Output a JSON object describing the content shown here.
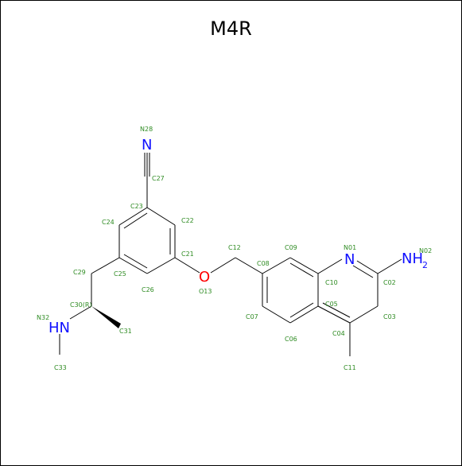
{
  "title": "M4R",
  "atoms": {
    "N28": "N28",
    "C27": "C27",
    "C23": "C23",
    "C24": "C24",
    "C22": "C22",
    "C21": "C21",
    "C25": "C25",
    "C26": "C26",
    "C29": "C29",
    "C30": "C30(R)",
    "N32": "N32",
    "C31": "C31",
    "C33": "C33",
    "O13": "O13",
    "C12": "C12",
    "C08": "C08",
    "C09": "C09",
    "C07": "C07",
    "C06": "C06",
    "C05": "C05",
    "C10": "C10",
    "N01": "N01",
    "C02": "C02",
    "N02": "N02",
    "C03": "C03",
    "C04": "C04",
    "C11": "C11"
  },
  "symbols": {
    "nitrile_n": "N",
    "ether_o": "O",
    "ring_n": "N",
    "amine_nh": "HN",
    "amino_nh": "NH",
    "amino_sub": "2"
  },
  "colors": {
    "nitrogen": "#1010ff",
    "oxygen": "#ff0000",
    "label": "#2e8b22",
    "bond": "#000000"
  }
}
